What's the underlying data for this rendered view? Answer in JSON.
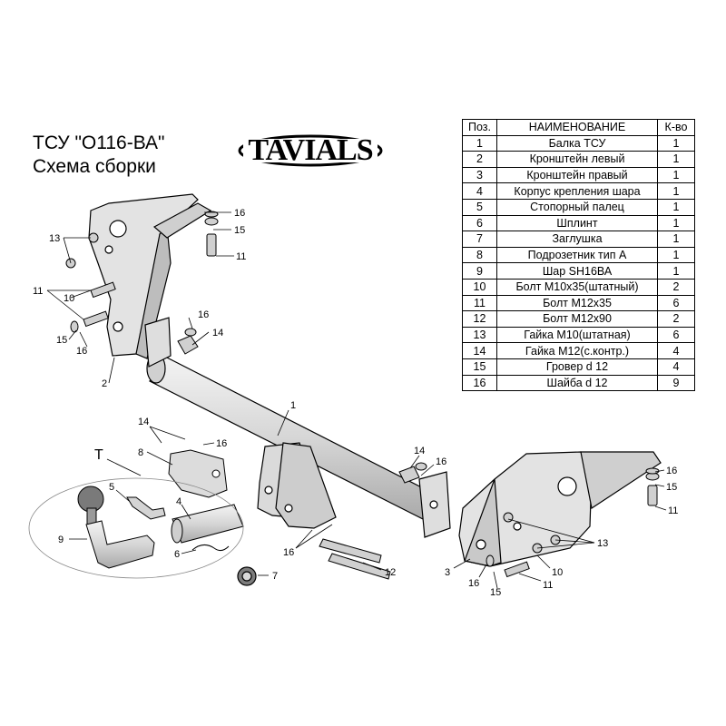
{
  "title": {
    "line1": "ТСУ  \"O116-ВА\"",
    "line2": "Схема сборки"
  },
  "brand": {
    "logo_text": "TAVIALS"
  },
  "parts_table": {
    "headers": [
      "Поз.",
      "НАИМЕНОВАНИЕ",
      "К-во"
    ],
    "rows": [
      [
        "1",
        "Балка ТСУ",
        "1"
      ],
      [
        "2",
        "Кронштейн левый",
        "1"
      ],
      [
        "3",
        "Кронштейн правый",
        "1"
      ],
      [
        "4",
        "Корпус крепления шара",
        "1"
      ],
      [
        "5",
        "Стопорный палец",
        "1"
      ],
      [
        "6",
        "Шплинт",
        "1"
      ],
      [
        "7",
        "Заглушка",
        "1"
      ],
      [
        "8",
        "Подрозетник тип А",
        "1"
      ],
      [
        "9",
        "Шар SH16ВА",
        "1"
      ],
      [
        "10",
        "Болт М10х35(штатный)",
        "2"
      ],
      [
        "11",
        "Болт М12х35",
        "6"
      ],
      [
        "12",
        "Болт М12х90",
        "2"
      ],
      [
        "13",
        "Гайка М10(штатная)",
        "6"
      ],
      [
        "14",
        "Гайка М12(с.контр.)",
        "4"
      ],
      [
        "15",
        "Гровер d 12",
        "4"
      ],
      [
        "16",
        "Шайба d 12",
        "9"
      ]
    ]
  },
  "callouts": {
    "c1": "1",
    "c2": "2",
    "c3": "3",
    "c4": "4",
    "c5": "5",
    "c6": "6",
    "c7": "7",
    "c8": "8",
    "c9": "9",
    "T": "T",
    "c10": "10",
    "c11": "11",
    "c12": "12",
    "c13": "13",
    "c14": "14",
    "c15": "15",
    "c16": "16"
  }
}
